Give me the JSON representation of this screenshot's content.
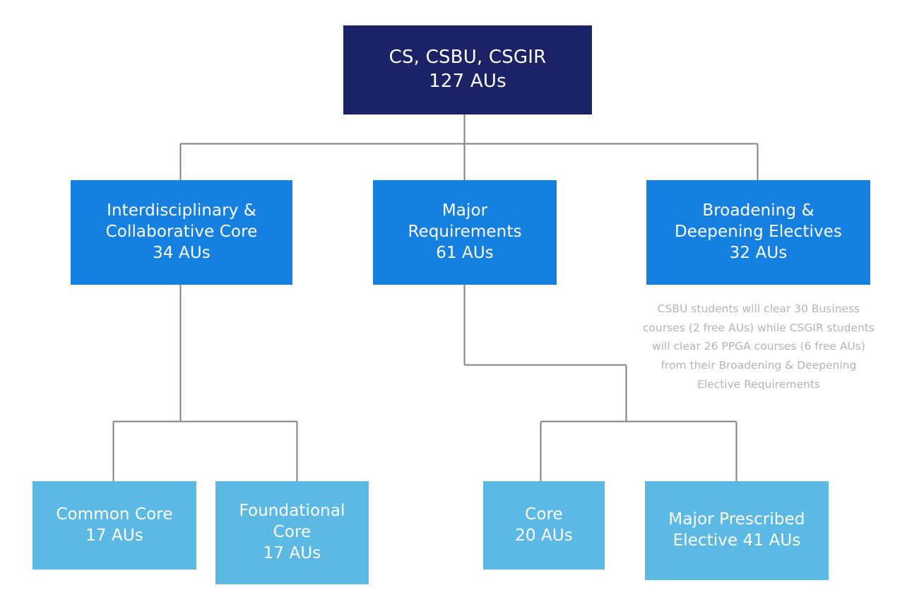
{
  "diagram": {
    "type": "organizational-hierarchy-tree",
    "title_node": "root-program",
    "colors": {
      "root": "#1b2266",
      "level2": "#1580e0",
      "level3": "#5bb9e3",
      "connector": "#808080",
      "note_text": "#b4b4b4",
      "node_text": "#ffffff",
      "background": "#ffffff"
    },
    "root": {
      "label": "CS, CSBU, CSGIR\n127 AUs",
      "name": "CS, CSBU, CSGIR",
      "aus": "127 AUs"
    },
    "level2": [
      {
        "label": "Interdisciplinary &\nCollaborative Core\n34 AUs",
        "name": "Interdisciplinary & Collaborative Core",
        "aus": "34 AUs"
      },
      {
        "label": "Major\nRequirements\n61 AUs",
        "name": "Major Requirements",
        "aus": "61 AUs"
      },
      {
        "label": "Broadening &\nDeepening Electives\n32 AUs",
        "name": "Broadening & Deepening Electives",
        "aus": "32 AUs"
      }
    ],
    "level3": [
      {
        "label": "Common Core\n17 AUs",
        "name": "Common Core",
        "aus": "17 AUs"
      },
      {
        "label": "Foundational\nCore\n17 AUs",
        "name": "Foundational Core",
        "aus": "17 AUs"
      },
      {
        "label": "Core\n20 AUs",
        "name": "Core",
        "aus": "20 AUs"
      },
      {
        "label": "Major Prescribed\nElective 41 AUs",
        "name": "Major Prescribed Elective",
        "aus": "41 AUs"
      }
    ],
    "note": {
      "text": "CSBU students will clear 30 Business\ncourses (2 free AUs) while CSGIR students\nwill clear 26 PPGA courses (6 free AUs)\nfrom their Broadening & Deepening\nElective Requirements"
    }
  }
}
